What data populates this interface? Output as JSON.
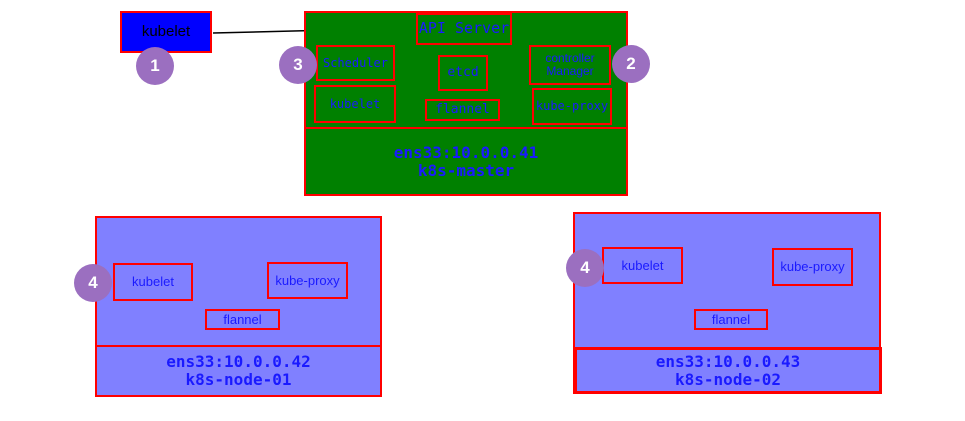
{
  "kubelet_external": "kubelet",
  "master": {
    "api_server": "API Server",
    "scheduler": "Scheduler",
    "etcd": "etcd",
    "controller_line1": "controller",
    "controller_line2": "Manager",
    "kubelet": "kubelet",
    "flannel": "flannel",
    "kube_proxy": "kube-proxy",
    "footer_ip": "ens33:10.0.0.41",
    "footer_name": "k8s-master"
  },
  "node1": {
    "kubelet": "kubelet",
    "kube_proxy": "kube-proxy",
    "flannel": "flannel",
    "footer_ip": "ens33:10.0.0.42",
    "footer_name": "k8s-node-01"
  },
  "node2": {
    "kubelet": "kubelet",
    "kube_proxy": "kube-proxy",
    "flannel": "flannel",
    "footer_ip": "ens33:10.0.0.43",
    "footer_name": "k8s-node-02"
  },
  "badges": {
    "one": "1",
    "two": "2",
    "three": "3",
    "four_node1": "4",
    "four_node2": "4"
  },
  "colors": {
    "master_bg": "#008000",
    "node_bg": "#8080ff",
    "kubelet_box_bg": "#0000ff",
    "border": "#ff0000",
    "text": "#1a1aff",
    "badge": "#9b6fc0"
  }
}
